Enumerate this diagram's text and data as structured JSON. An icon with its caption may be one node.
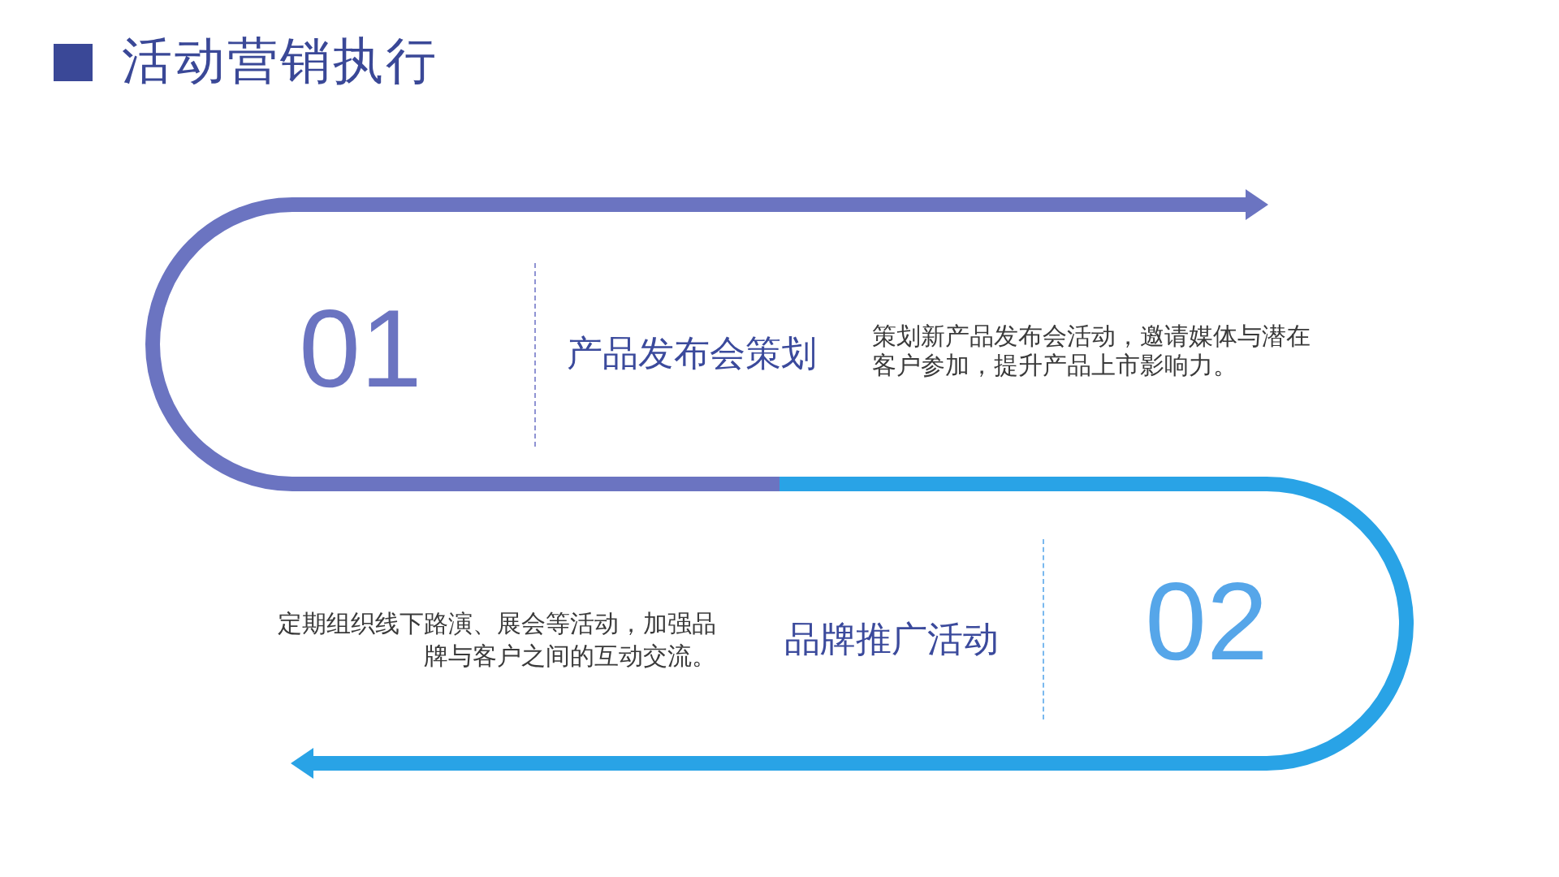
{
  "diagram": {
    "title": "活动营销执行",
    "nodes": [
      {
        "text": [
          "01",
          "产品发布会策划",
          "策划新产品发布会活动，邀请媒体与潜在客户参加，提升产品上市影响力。"
        ]
      },
      {
        "text": [
          "定期组织线下路演、展会等活动，加强品牌与客户之间的互动交流。",
          "品牌推广活动",
          "02"
        ]
      }
    ]
  }
}
